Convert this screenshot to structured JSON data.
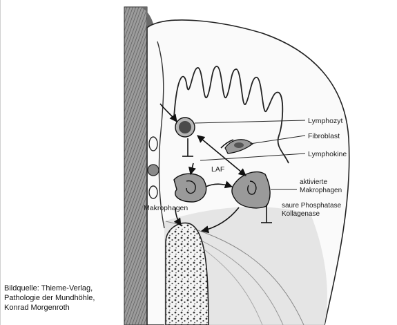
{
  "labels": {
    "lymphozyt": "Lymphozyt",
    "fibroblast": "Fibroblast",
    "lymphokine": "Lymphokine",
    "laf": "LAF",
    "aktivierte_1": "aktivierte",
    "aktivierte_2": "Makrophagen",
    "saure": "saure Phosphatase",
    "kollagenase": "Kollagenase",
    "makrophagen": "Makrophagen"
  },
  "caption": {
    "line1": "Bildquelle: Thieme-Verlag,",
    "line2": "Pathologie der Mundhöhle,",
    "line3": "Konrad Morgenroth"
  },
  "colors": {
    "ink": "#1a1a1a",
    "tooth_hatch": "#6f6f6f",
    "tissue_shade": "#dcdcdc",
    "cell_fill": "#9a9a9a"
  }
}
